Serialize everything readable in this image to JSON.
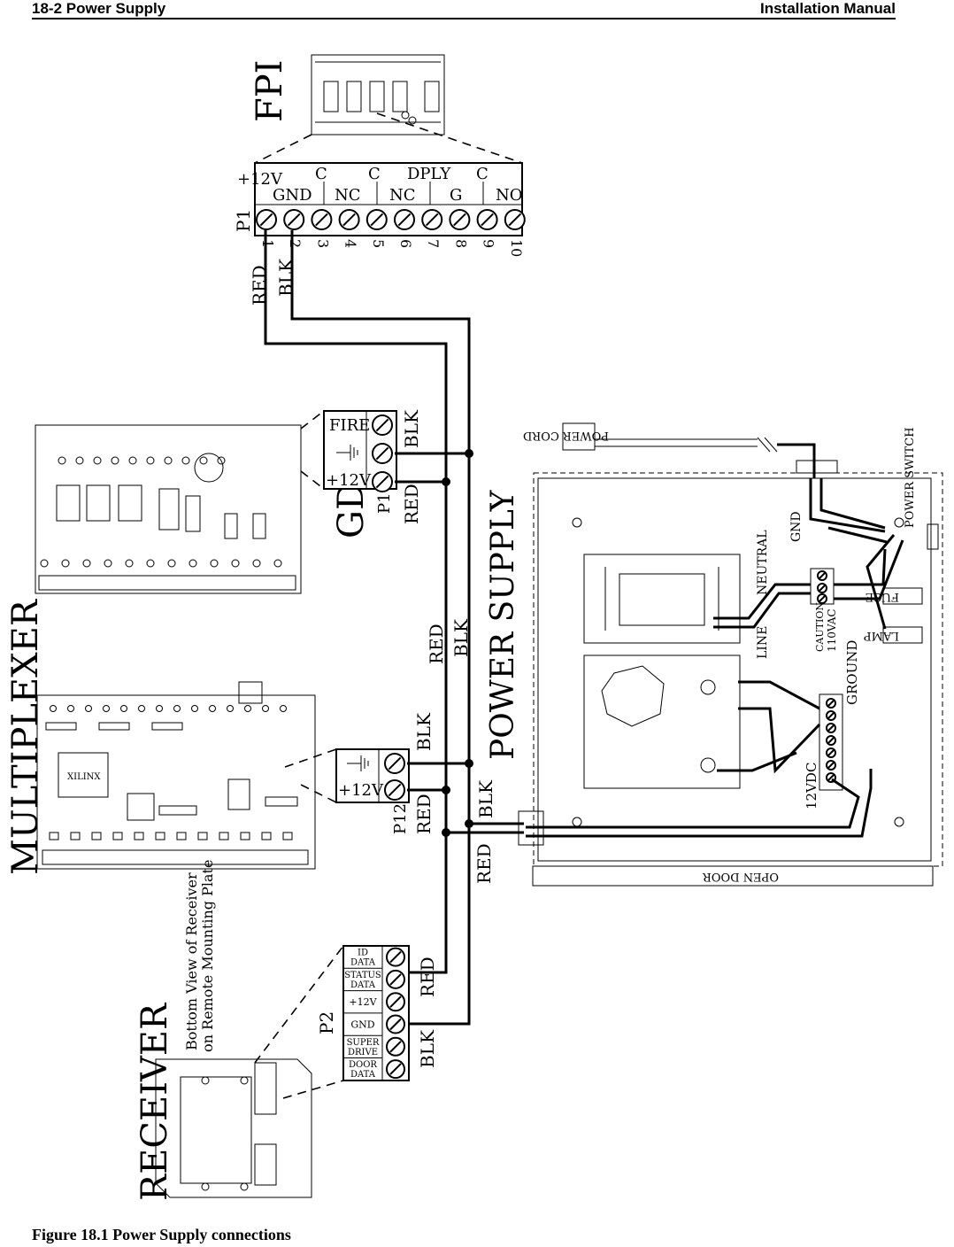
{
  "header": {
    "left": "18-2 Power Supply",
    "right": "Installation Manual"
  },
  "caption": "Figure 18.1 Power Supply connections",
  "fpi": {
    "title": "FPI",
    "connector": "P1",
    "top_labels": [
      "+12V",
      "C",
      "C",
      "DPLY",
      "C"
    ],
    "bottom_labels": [
      "GND",
      "NC",
      "NC",
      "G",
      "NO"
    ],
    "pins": [
      "1",
      "2",
      "3",
      "4",
      "5",
      "6",
      "7",
      "8",
      "9",
      "10"
    ],
    "wire_red": "RED",
    "wire_blk": "BLK"
  },
  "gdp": {
    "title": "GDP",
    "connector": "P1",
    "fire": "FIRE",
    "plus12": "+12V",
    "wire_red": "RED",
    "wire_blk": "BLK"
  },
  "multiplexer": {
    "title": "MULTIPLEXER",
    "connector": "P12",
    "plus12": "+12V",
    "chip": "XILINX",
    "wire_red": "RED",
    "wire_blk": "BLK"
  },
  "receiver": {
    "title": "RECEIVER",
    "note_line1": "Bottom View of Receiver",
    "note_line2": "on Remote Mounting Plate",
    "connector": "P2",
    "terminals": [
      "ID DATA",
      "STATUS DATA",
      "+12V",
      "GND",
      "SUPER DRIVE",
      "DOOR DATA"
    ],
    "wire_red": "RED",
    "wire_blk": "BLK"
  },
  "trunk": {
    "red": "RED",
    "blk": "BLK",
    "red2": "RED",
    "blk2": "BLK"
  },
  "power_supply": {
    "title": "POWER SUPPLY",
    "power_cord": "POWER CORD",
    "power_switch": "POWER SWITCH",
    "gnd": "GND",
    "neutral": "NEUTRAL",
    "line": "LINE",
    "caution": "CAUTION",
    "vac": "110VAC",
    "fuse": "FUSE",
    "lamp": "LAMP",
    "ground": "GROUND",
    "vdc": "12VDC",
    "open_door": "OPEN DOOR"
  }
}
